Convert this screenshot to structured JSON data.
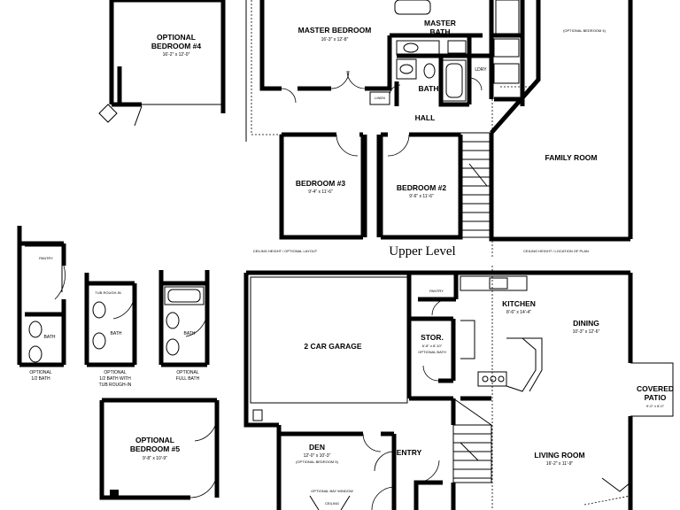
{
  "level_title": "Upper Level",
  "upper": {
    "master_bedroom": {
      "name": "MASTER BEDROOM",
      "dims": "16'-3\" x 12'-8\""
    },
    "master_bath": {
      "name": "MASTER BATH"
    },
    "bath": {
      "name": "BATH"
    },
    "laundry": {
      "name": "LDRY"
    },
    "linen": {
      "name": "LINEN"
    },
    "hall": {
      "name": "HALL"
    },
    "bedroom3": {
      "name": "BEDROOM #3",
      "dims": "9'-4\" x 11'-6\""
    },
    "bedroom2": {
      "name": "BEDROOM #2",
      "dims": "9'-6\" x 11'-6\""
    },
    "family_room": {
      "name": "FAMILY ROOM"
    },
    "optional_bedroom4_note": {
      "name": "(OPTIONAL BEDROOM 4)"
    },
    "optional_bedroom4": {
      "name": "OPTIONAL",
      "name2": "BEDROOM #4",
      "dims": "16'-2\" x 12'-0\""
    },
    "note_left": "CEILING HEIGHT / OPTIONAL LAYOUT",
    "note_right": "CEILING HEIGHT / LOCATION OF PLAN"
  },
  "options": {
    "half_bath": {
      "title": "OPTIONAL",
      "title2": "1/2 BATH",
      "room": "BATH",
      "note": "PANTRY"
    },
    "tub_rough": {
      "title": "OPTIONAL",
      "title2": "1/2 BATH WITH",
      "title3": "TUB ROUGH-IN",
      "room": "BATH",
      "note": "TUB ROUGH-IN"
    },
    "full_bath": {
      "title": "OPTIONAL",
      "title2": "FULL BATH",
      "room": "BATH"
    },
    "bedroom5": {
      "name": "OPTIONAL",
      "name2": "BEDROOM #5",
      "dims": "9'-8\" x 10'-9\""
    }
  },
  "main": {
    "garage": {
      "name": "2 CAR GARAGE"
    },
    "storage": {
      "name": "STOR.",
      "dims": "6'-8\" x 8'-10\"",
      "note": "OPTIONAL BATH"
    },
    "pantry": {
      "name": "PANTRY"
    },
    "kitchen": {
      "name": "KITCHEN",
      "dims": "8'-6\" x 14'-4\""
    },
    "dining": {
      "name": "DINING",
      "dims": "10'-3\" x 12'-6\""
    },
    "covered_patio": {
      "name": "COVERED",
      "name2": "PATIO",
      "dims": "9'-0\" x 8'-0\""
    },
    "den": {
      "name": "DEN",
      "dims": "12'-0\" x 10'-3\"",
      "note": "(OPTIONAL BEDROOM 5)"
    },
    "entry": {
      "name": "ENTRY"
    },
    "living_room": {
      "name": "LIVING ROOM",
      "dims": "16'-2\" x 11'-9\""
    },
    "note_den": "OPTIONAL BAY WINDOW",
    "note_den2": "CEILING"
  }
}
